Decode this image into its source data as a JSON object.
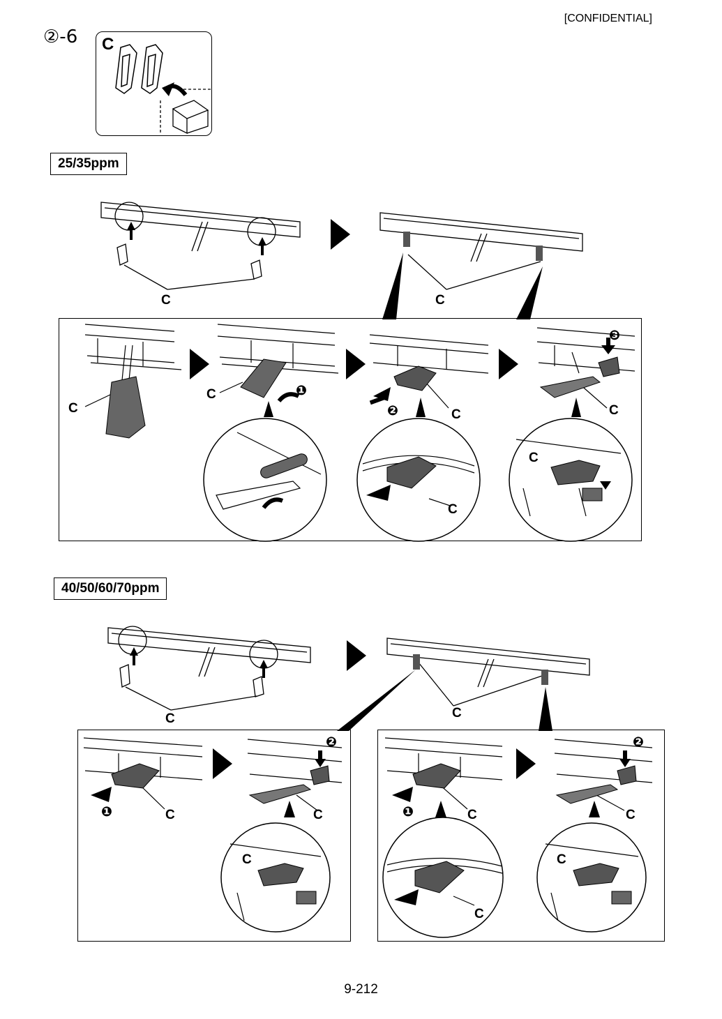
{
  "header": {
    "confidential": "[CONFIDENTIAL]"
  },
  "step": {
    "number": "②-6"
  },
  "part_box": {
    "label": "C"
  },
  "sections": [
    {
      "title": "25/35ppm"
    },
    {
      "title": "40/50/60/70ppm"
    }
  ],
  "callouts": {
    "part": "C",
    "step1": "❶",
    "step2": "❷",
    "step3": "❸"
  },
  "footer": {
    "page_number": "9-212"
  }
}
